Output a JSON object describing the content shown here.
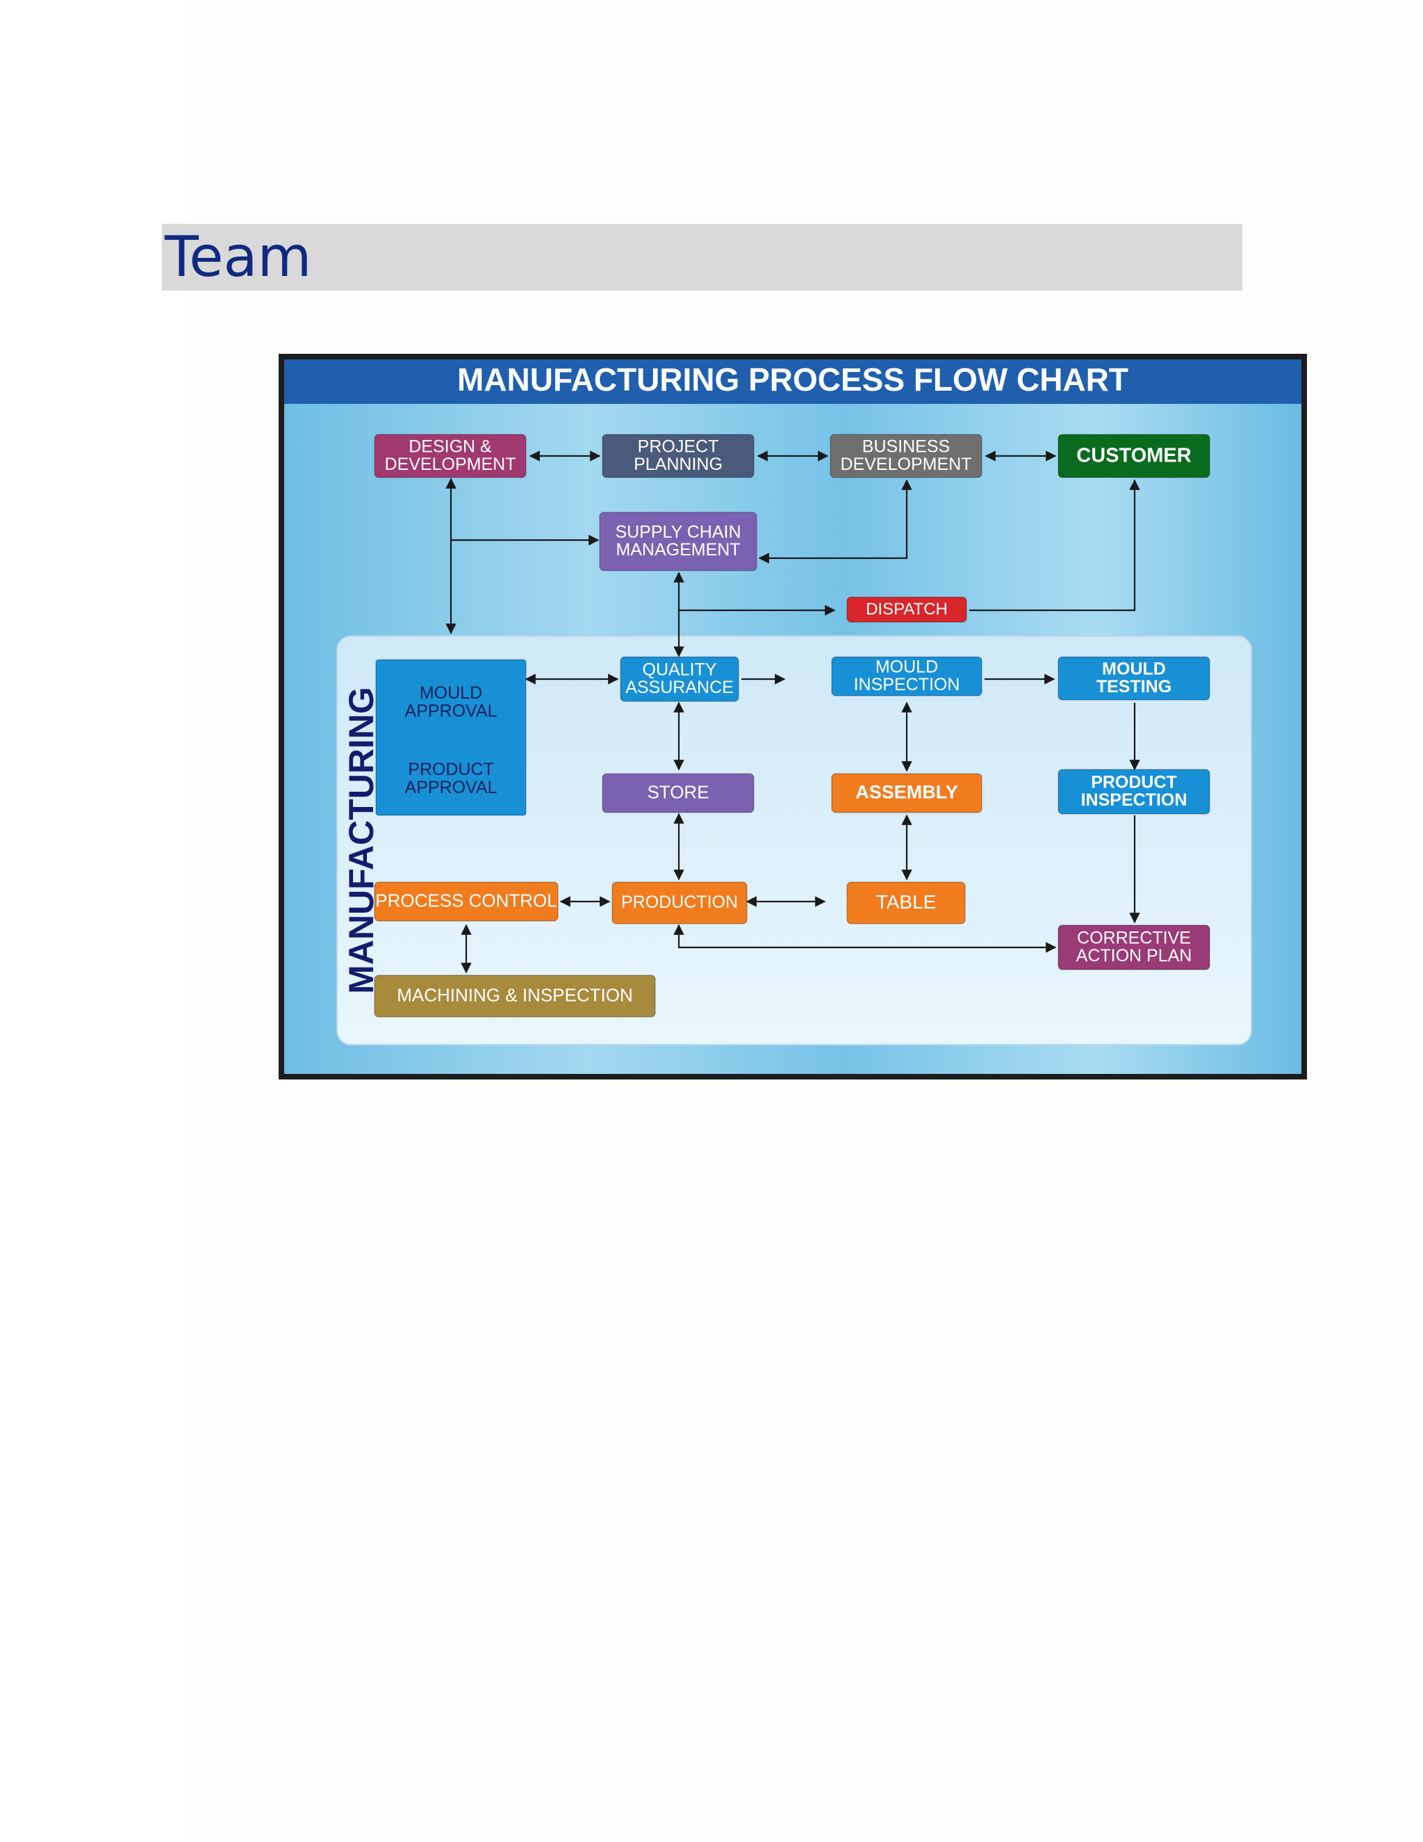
{
  "page": {
    "heading": "Team"
  },
  "flowchart": {
    "title": "MANUFACTURING PROCESS FLOW CHART",
    "section_label": "MANUFACTURING",
    "colors": {
      "title_bar": "#1f5fae",
      "frame": "#1d1d1d",
      "background": "#7ec7e8",
      "panel": "#dff1fb",
      "purple": "#a0396f",
      "slate": "#4a5a7a",
      "gray": "#6f6f6f",
      "green": "#0a6b1e",
      "violet": "#7b62b0",
      "red": "#d8262c",
      "blue": "#1890d6",
      "orange": "#f07c1e",
      "magenta": "#9a3a76",
      "olive": "#a88a3c"
    },
    "nodes": {
      "design_development": [
        "DESIGN &",
        "DEVELOPMENT"
      ],
      "project_planning": [
        "PROJECT",
        "PLANNING"
      ],
      "business_development": [
        "BUSINESS",
        "DEVELOPMENT"
      ],
      "customer": [
        "CUSTOMER"
      ],
      "supply_chain": [
        "SUPPLY CHAIN",
        "MANAGEMENT"
      ],
      "dispatch": [
        "DISPATCH"
      ],
      "mould_approval": [
        "MOULD",
        "APPROVAL"
      ],
      "product_approval": [
        "PRODUCT",
        "APPROVAL"
      ],
      "quality_assurance": [
        "QUALITY",
        "ASSURANCE"
      ],
      "mould_inspection": [
        "MOULD",
        "INSPECTION"
      ],
      "mould_testing": [
        "MOULD",
        "TESTING"
      ],
      "store": [
        "STORE"
      ],
      "assembly": [
        "ASSEMBLY"
      ],
      "product_inspection": [
        "PRODUCT",
        "INSPECTION"
      ],
      "process_control": [
        "PROCESS CONTROL"
      ],
      "production": [
        "PRODUCTION"
      ],
      "table": [
        "TABLE"
      ],
      "corrective_action": [
        "CORRECTIVE",
        "ACTION PLAN"
      ],
      "machining_inspection": [
        "MACHINING & INSPECTION"
      ]
    }
  }
}
